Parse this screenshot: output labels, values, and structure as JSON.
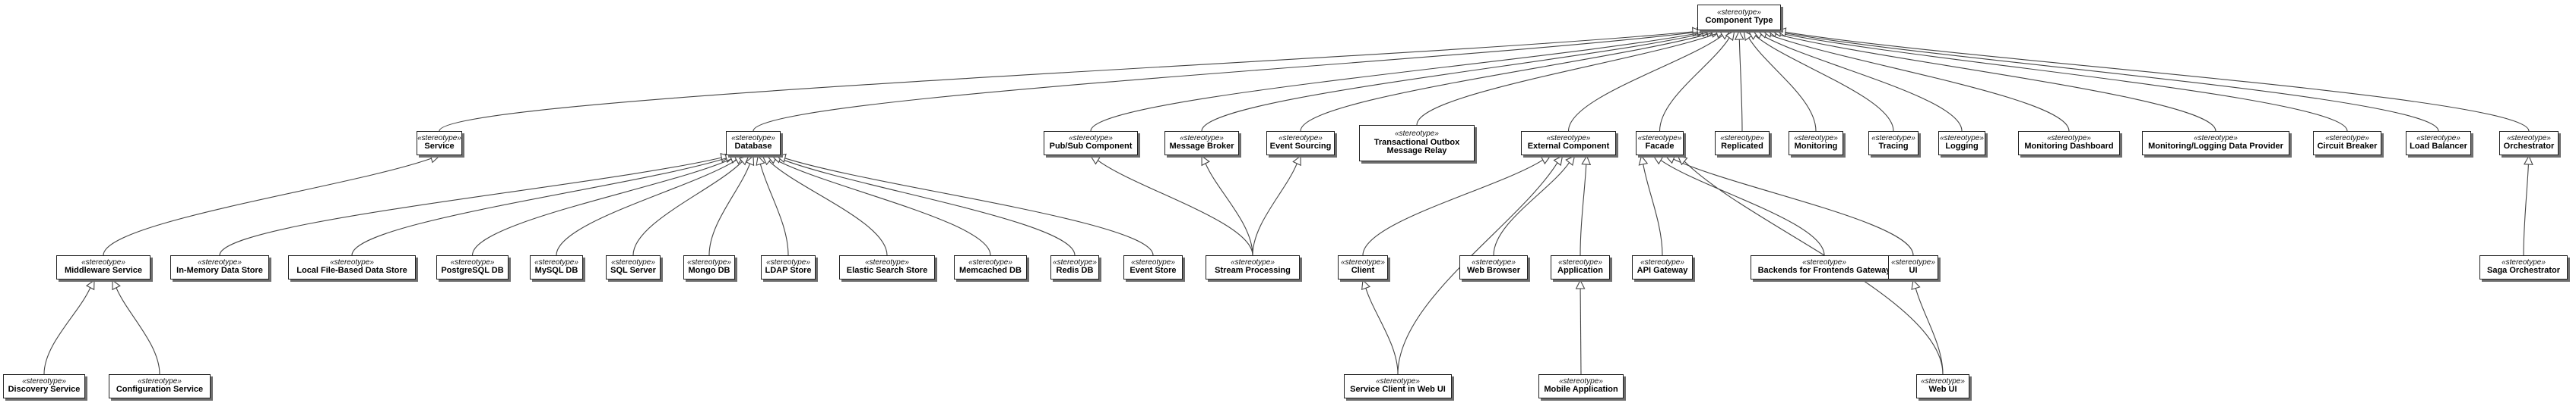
{
  "stereotype_label": "«stereotype»",
  "nodes": [
    {
      "id": "component-type",
      "name": "Component Type"
    },
    {
      "id": "service",
      "name": "Service"
    },
    {
      "id": "database",
      "name": "Database"
    },
    {
      "id": "pubsub-component",
      "name": "Pub/Sub Component"
    },
    {
      "id": "message-broker",
      "name": "Message Broker"
    },
    {
      "id": "event-sourcing",
      "name": "Event Sourcing"
    },
    {
      "id": "transactional-outbox",
      "name": "Transactional Outbox Message Relay"
    },
    {
      "id": "external-component",
      "name": "External Component"
    },
    {
      "id": "facade",
      "name": "Facade"
    },
    {
      "id": "replicated",
      "name": "Replicated"
    },
    {
      "id": "monitoring",
      "name": "Monitoring"
    },
    {
      "id": "tracing",
      "name": "Tracing"
    },
    {
      "id": "logging",
      "name": "Logging"
    },
    {
      "id": "monitoring-dashboard",
      "name": "Monitoring Dashboard"
    },
    {
      "id": "monitoring-logging-provider",
      "name": "Monitoring/Logging Data Provider"
    },
    {
      "id": "circuit-breaker",
      "name": "Circuit Breaker"
    },
    {
      "id": "load-balancer",
      "name": "Load Balancer"
    },
    {
      "id": "orchestrator",
      "name": "Orchestrator"
    },
    {
      "id": "middleware-service",
      "name": "Middleware Service"
    },
    {
      "id": "in-memory-data-store",
      "name": "In-Memory Data Store"
    },
    {
      "id": "local-file-based-data-store",
      "name": "Local File-Based Data Store"
    },
    {
      "id": "postgresql-db",
      "name": "PostgreSQL DB"
    },
    {
      "id": "mysql-db",
      "name": "MySQL DB"
    },
    {
      "id": "sql-server",
      "name": "SQL Server"
    },
    {
      "id": "mongo-db",
      "name": "Mongo DB"
    },
    {
      "id": "ldap-store",
      "name": "LDAP Store"
    },
    {
      "id": "elastic-search-store",
      "name": "Elastic Search Store"
    },
    {
      "id": "memcached-db",
      "name": "Memcached DB"
    },
    {
      "id": "redis-db",
      "name": "Redis DB"
    },
    {
      "id": "event-store",
      "name": "Event Store"
    },
    {
      "id": "stream-processing",
      "name": "Stream Processing"
    },
    {
      "id": "client",
      "name": "Client"
    },
    {
      "id": "web-browser",
      "name": "Web Browser"
    },
    {
      "id": "application",
      "name": "Application"
    },
    {
      "id": "api-gateway",
      "name": "API Gateway"
    },
    {
      "id": "bff-gateway",
      "name": "Backends for Frontends Gateway"
    },
    {
      "id": "ui",
      "name": "UI"
    },
    {
      "id": "saga-orchestrator",
      "name": "Saga Orchestrator"
    },
    {
      "id": "discovery-service",
      "name": "Discovery Service"
    },
    {
      "id": "configuration-service",
      "name": "Configuration Service"
    },
    {
      "id": "service-client-web-ui",
      "name": "Service Client in Web UI"
    },
    {
      "id": "mobile-application",
      "name": "Mobile Application"
    },
    {
      "id": "web-ui",
      "name": "Web UI"
    }
  ],
  "edges": [
    [
      "service",
      "component-type"
    ],
    [
      "database",
      "component-type"
    ],
    [
      "pubsub-component",
      "component-type"
    ],
    [
      "message-broker",
      "component-type"
    ],
    [
      "event-sourcing",
      "component-type"
    ],
    [
      "transactional-outbox",
      "component-type"
    ],
    [
      "external-component",
      "component-type"
    ],
    [
      "facade",
      "component-type"
    ],
    [
      "replicated",
      "component-type"
    ],
    [
      "monitoring",
      "component-type"
    ],
    [
      "tracing",
      "component-type"
    ],
    [
      "logging",
      "component-type"
    ],
    [
      "monitoring-dashboard",
      "component-type"
    ],
    [
      "monitoring-logging-provider",
      "component-type"
    ],
    [
      "circuit-breaker",
      "component-type"
    ],
    [
      "load-balancer",
      "component-type"
    ],
    [
      "orchestrator",
      "component-type"
    ],
    [
      "middleware-service",
      "service"
    ],
    [
      "in-memory-data-store",
      "database"
    ],
    [
      "local-file-based-data-store",
      "database"
    ],
    [
      "postgresql-db",
      "database"
    ],
    [
      "mysql-db",
      "database"
    ],
    [
      "sql-server",
      "database"
    ],
    [
      "mongo-db",
      "database"
    ],
    [
      "ldap-store",
      "database"
    ],
    [
      "elastic-search-store",
      "database"
    ],
    [
      "memcached-db",
      "database"
    ],
    [
      "redis-db",
      "database"
    ],
    [
      "event-store",
      "database"
    ],
    [
      "stream-processing",
      "pubsub-component"
    ],
    [
      "stream-processing",
      "message-broker"
    ],
    [
      "stream-processing",
      "event-sourcing"
    ],
    [
      "client",
      "external-component"
    ],
    [
      "web-browser",
      "external-component"
    ],
    [
      "application",
      "external-component"
    ],
    [
      "service-client-web-ui",
      "external-component"
    ],
    [
      "api-gateway",
      "facade"
    ],
    [
      "bff-gateway",
      "facade"
    ],
    [
      "ui",
      "facade"
    ],
    [
      "web-ui",
      "facade"
    ],
    [
      "saga-orchestrator",
      "orchestrator"
    ],
    [
      "discovery-service",
      "middleware-service"
    ],
    [
      "configuration-service",
      "middleware-service"
    ],
    [
      "service-client-web-ui",
      "client"
    ],
    [
      "mobile-application",
      "application"
    ],
    [
      "web-ui",
      "ui"
    ]
  ]
}
